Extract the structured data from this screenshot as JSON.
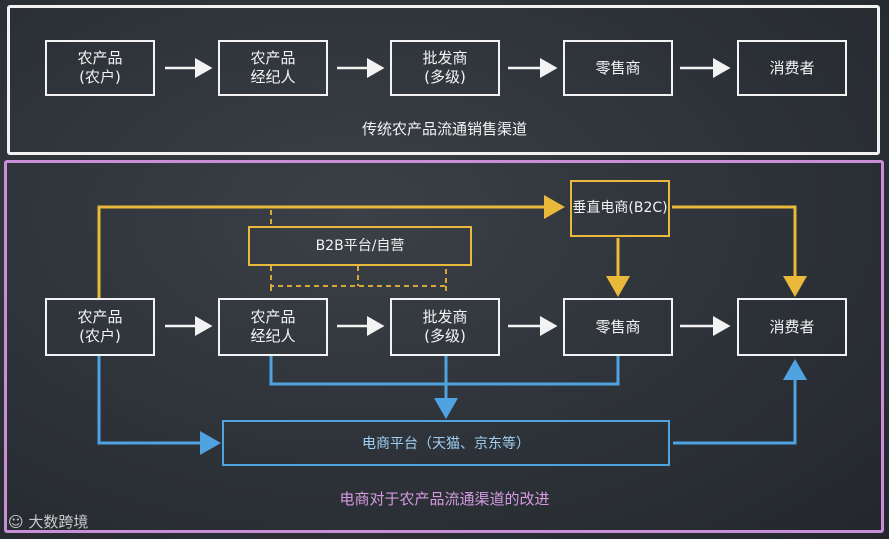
{
  "traditional": {
    "nodes": [
      {
        "line1": "农产品",
        "line2": "(农户)"
      },
      {
        "line1": "农产品",
        "line2": "经纪人"
      },
      {
        "line1": "批发商",
        "line2": "(多级)"
      },
      {
        "line1": "零售商",
        "line2": ""
      },
      {
        "line1": "消费者",
        "line2": ""
      }
    ],
    "caption": "传统农产品流通销售渠道"
  },
  "ecommerce": {
    "nodes": [
      {
        "line1": "农产品",
        "line2": "(农户)"
      },
      {
        "line1": "农产品",
        "line2": "经纪人"
      },
      {
        "line1": "批发商",
        "line2": "(多级)"
      },
      {
        "line1": "零售商",
        "line2": ""
      },
      {
        "line1": "消费者",
        "line2": ""
      }
    ],
    "vertical_ecommerce": {
      "line1": "垂直电商",
      "line2": "(B2C)"
    },
    "b2b_platform": "B2B平台/自营",
    "platform": "电商平台（天猫、京东等）",
    "caption": "电商对于农产品流通渠道的改进"
  },
  "watermark": "大数跨境",
  "colors": {
    "chalk_white": "#f3f3f3",
    "purple": "#c98fd6",
    "yellow": "#e8b93a",
    "blue": "#4ea3e0"
  }
}
